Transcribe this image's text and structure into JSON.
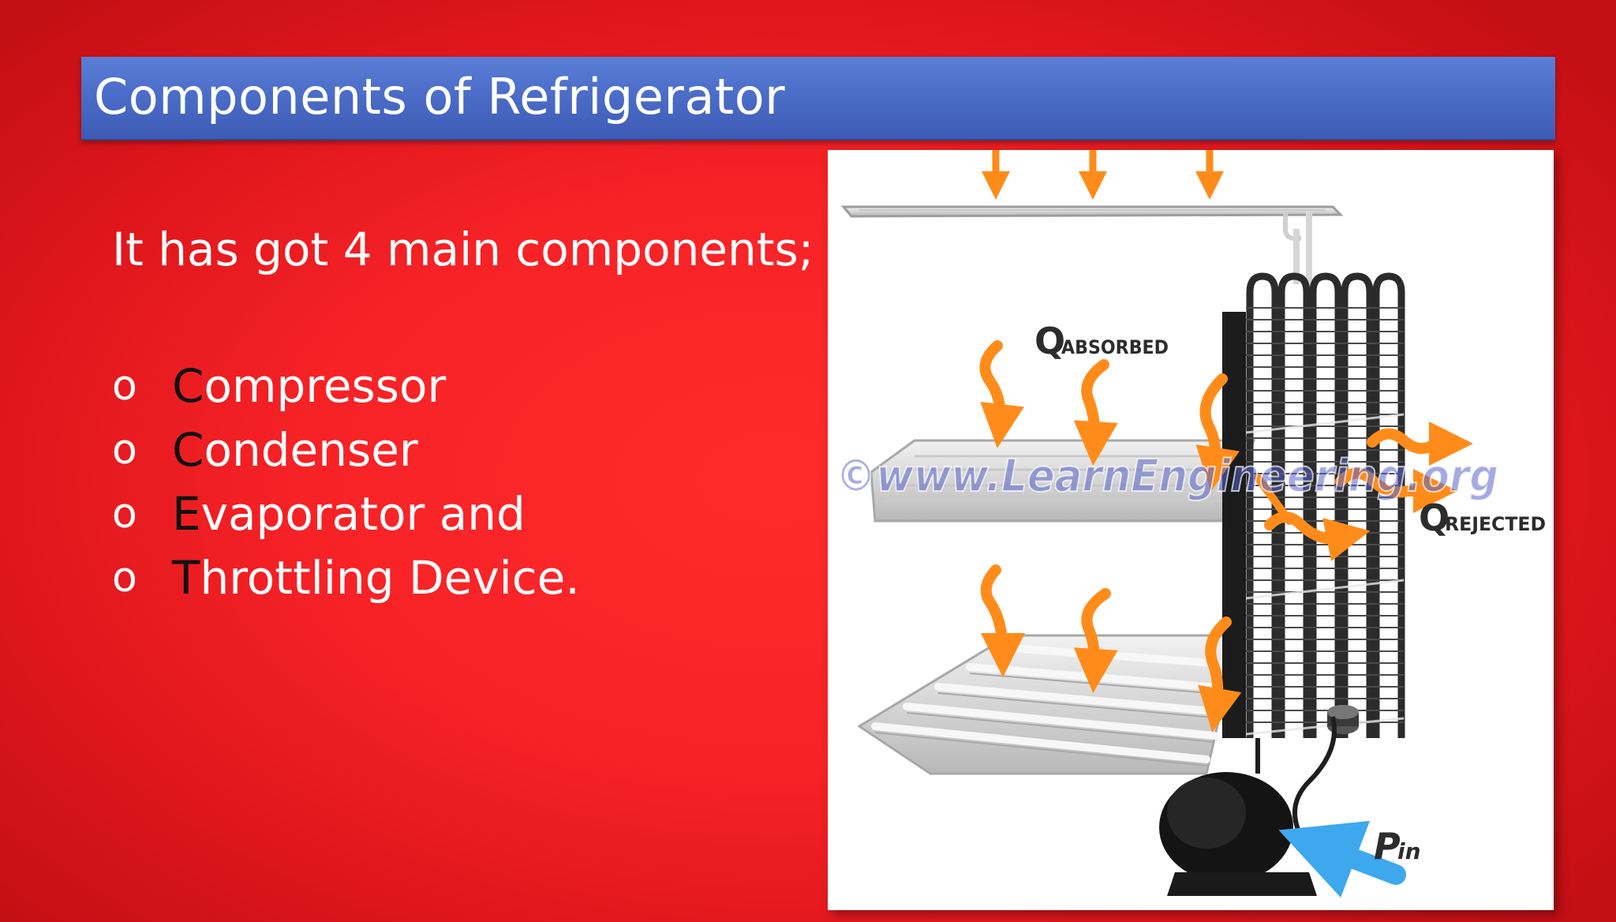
{
  "slide": {
    "title": "Components of Refrigerator",
    "intro": "It has got 4 main components;",
    "bullet_symbol": "o",
    "components": [
      {
        "first": "C",
        "rest": "ompressor"
      },
      {
        "first": "C",
        "rest": "ondenser"
      },
      {
        "first": "E",
        "rest": "vaporator and"
      },
      {
        "first": "T",
        "rest": "hrottling Device."
      }
    ]
  },
  "figure": {
    "q_absorbed_main": "Q",
    "q_absorbed_sub": "ABSORBED",
    "q_rejected_main": "Q",
    "q_rejected_sub": "REJECTED",
    "p_in_main": "P",
    "p_in_sub": "in",
    "watermark": "©www.LearnEngineering.org"
  },
  "colors": {
    "title_bar": "#4a6bc6",
    "background": "#f62226",
    "heat_arrow": "#ff8c1a",
    "power_arrow": "#3ea8ef"
  }
}
